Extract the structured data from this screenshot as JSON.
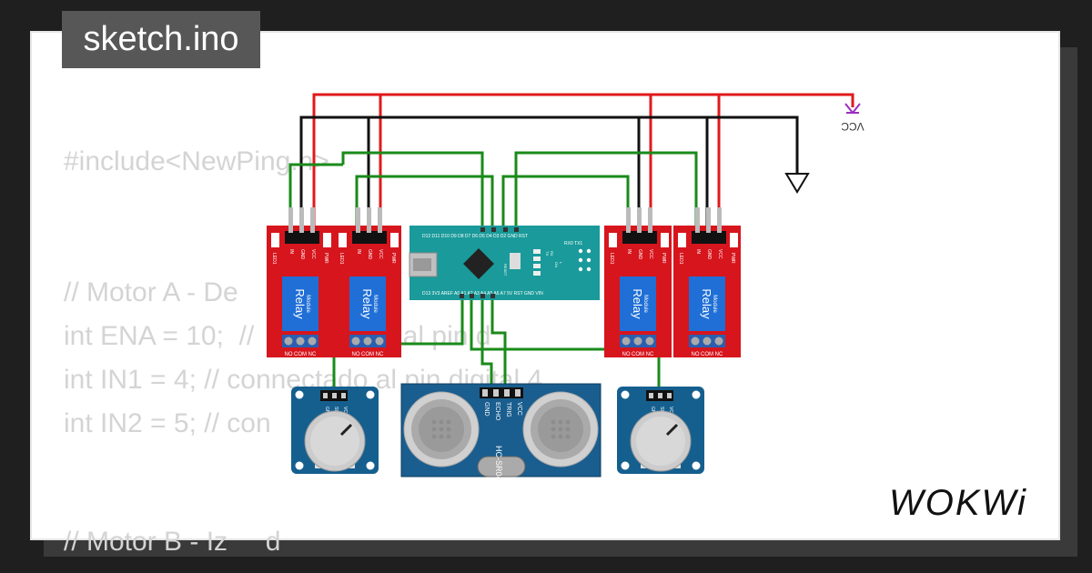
{
  "project": {
    "filename": "sketch.ino"
  },
  "code_lines": [
    "#include<NewPing.h>",
    "",
    "",
    "// Motor A - De",
    "int ENA = 10;  //  conectado al pin d",
    "int IN1 = 4; // connectado al pin digital 4",
    "int IN2 = 5; // con          do                5",
    "",
    "",
    "// Motor B - Iz     d"
  ],
  "relays": [
    {
      "title": "Relay",
      "sub": "Module",
      "pins": [
        "IN",
        "GND",
        "VCC"
      ],
      "leds": [
        "LED1",
        "PWR"
      ],
      "terminals": [
        "NO",
        "COM",
        "NC"
      ]
    },
    {
      "title": "Relay",
      "sub": "Module",
      "pins": [
        "IN",
        "GND",
        "VCC"
      ],
      "leds": [
        "LED1",
        "PWR"
      ],
      "terminals": [
        "NO",
        "COM",
        "NC"
      ]
    },
    {
      "title": "Relay",
      "sub": "Module",
      "pins": [
        "IN",
        "GND",
        "VCC"
      ],
      "leds": [
        "LED1",
        "PWR"
      ],
      "terminals": [
        "NO",
        "COM",
        "NC"
      ]
    },
    {
      "title": "Relay",
      "sub": "Module",
      "pins": [
        "IN",
        "GND",
        "VCC"
      ],
      "leds": [
        "LED1",
        "PWR"
      ],
      "terminals": [
        "NO",
        "COM",
        "NC"
      ]
    }
  ],
  "arduino": {
    "top_pins": "D12 D11 D10 D9  D8  D7  D6  D5  D4  D3  D2  GND RST",
    "bottom_pins": "D13 3V3 AREF A0  A1  A2  A3  A4  A5  A6  A7  5V  RST GND VIN",
    "rx_tx": "RX0 TX1",
    "reset_label": "RESET",
    "led_labels": [
      "TX",
      "RX",
      "ON",
      "L"
    ]
  },
  "sensor": {
    "name": "HC-SR04",
    "pins": [
      "GND",
      "ECHO",
      "TRIG",
      "VCC"
    ]
  },
  "pots": [
    {
      "pins": [
        "GND",
        "SIG",
        "VCC"
      ]
    },
    {
      "pins": [
        "GND",
        "SIG",
        "VCC"
      ]
    }
  ],
  "power": {
    "vcc_label": "VCC"
  },
  "wire_colors": {
    "power": "#e0191b",
    "ground": "#111111",
    "signal": "#1a8a1a"
  },
  "branding": {
    "logo": "WOKWi"
  }
}
